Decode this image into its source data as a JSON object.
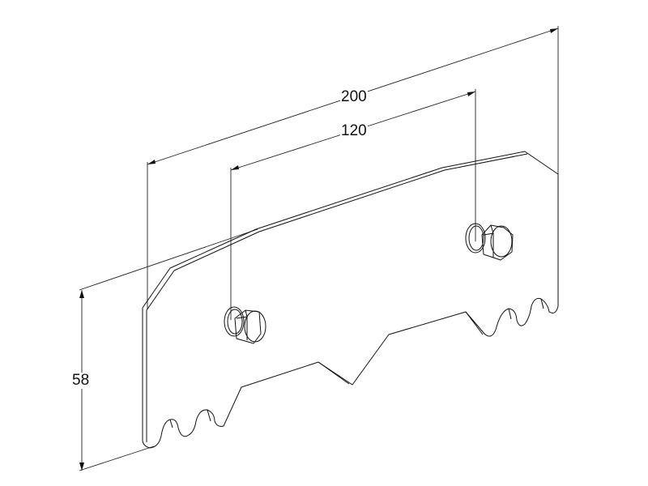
{
  "drawing": {
    "dimensions": [
      {
        "name": "overall-length",
        "value": "200"
      },
      {
        "name": "bolt-spacing",
        "value": "120"
      },
      {
        "name": "height",
        "value": "58"
      }
    ],
    "line_color": "#111111",
    "background": "#ffffff"
  }
}
